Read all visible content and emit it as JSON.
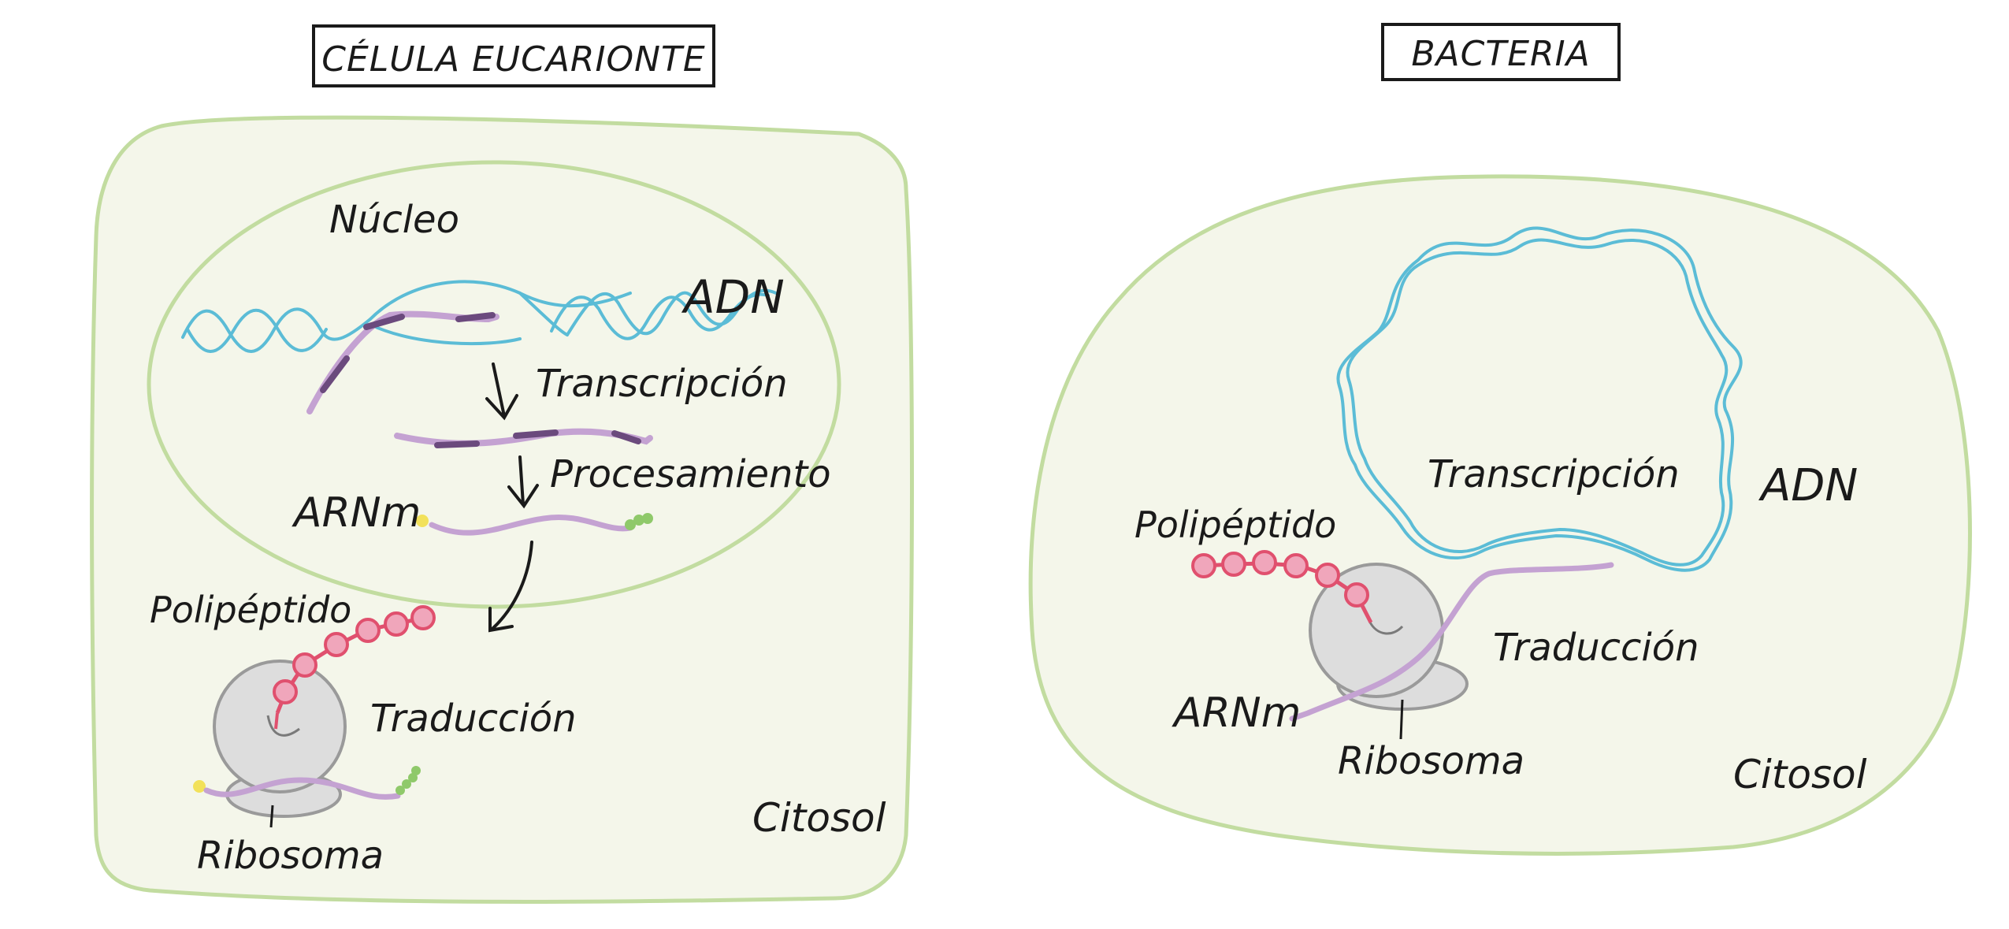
{
  "eukaryote": {
    "title": "CÉLULA EUCARIONTE",
    "nucleus_label": "Núcleo",
    "dna_label": "ADN",
    "transcription_label": "Transcripción",
    "processing_label": "Procesamiento",
    "mrna_label": "ARNm",
    "polypeptide_label": "Polipéptido",
    "translation_label": "Traducción",
    "ribosome_label": "Ribosoma",
    "cytosol_label": "Citosol"
  },
  "bacteria": {
    "title": "BACTERIA",
    "transcription_label": "Transcripción",
    "dna_label": "ADN",
    "polypeptide_label": "Polipéptido",
    "translation_label": "Traducción",
    "mrna_label": "ARNm",
    "ribosome_label": "Ribosoma",
    "cytosol_label": "Citosol"
  },
  "colors": {
    "cell_fill": "#f4f6ea",
    "cell_border": "#c2dca0",
    "dna": "#5bbcd6",
    "mrna": "#c4a2d2",
    "intron": "#6b4a7d",
    "polypeptide": "#e0506e",
    "amino_acid_fill": "#f0a6bb",
    "ribosome_fill": "#dddddd",
    "ribosome_stroke": "#9a9a9a",
    "cap": "#f2e15a",
    "tail": "#8fc96a"
  }
}
